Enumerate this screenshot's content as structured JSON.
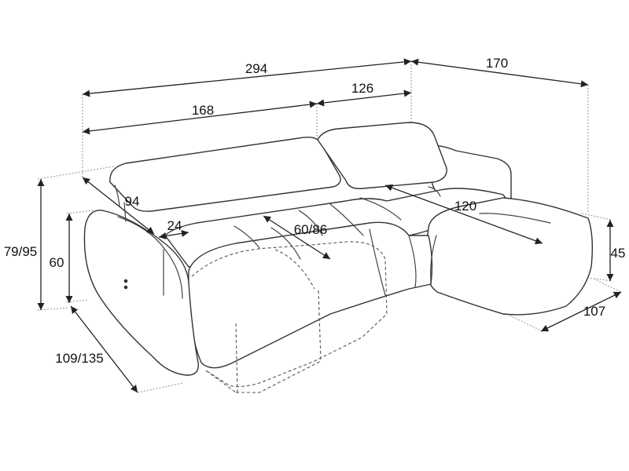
{
  "dimensions": {
    "total_length": "294",
    "chaise_depth": "170",
    "seat_section_length": "168",
    "recliner_section_length": "126",
    "headrest_tilt": "94",
    "armrest_width": "24",
    "seat_depth": "60/86",
    "chaise_length": "120",
    "height_total": "79/95",
    "armrest_height": "60",
    "seat_height": "45",
    "depth_total": "109/135",
    "chaise_width": "107"
  },
  "colors": {
    "line": "#333333",
    "background": "#ffffff"
  },
  "icons": [
    "recline-button-icon"
  ]
}
